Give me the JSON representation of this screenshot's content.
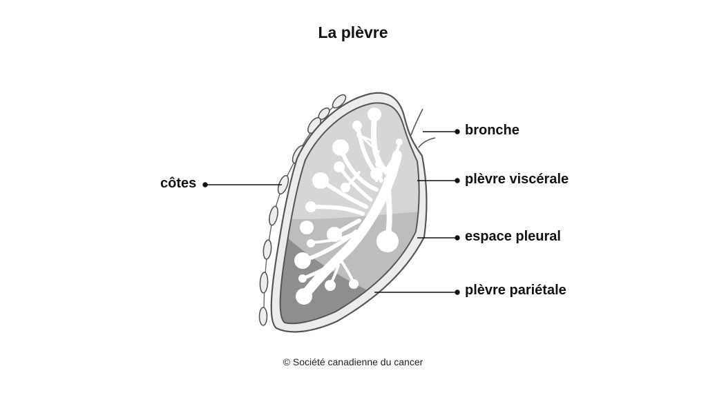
{
  "title": "La plèvre",
  "labels": {
    "ribs": "côtes",
    "bronchus": "bronche",
    "visceral_pleura": "plèvre viscérale",
    "pleural_space": "espace pleural",
    "parietal_pleura": "plèvre pariétale"
  },
  "credit": "© Société canadienne du cancer",
  "colors": {
    "outline": "#555555",
    "outer_layer": "#ececec",
    "lung_light": "#d6d6d6",
    "lung_mid": "#bdbdbd",
    "lung_dark": "#8e8e8e",
    "bronchial_tree": "#ffffff",
    "leader_line": "#111111"
  }
}
